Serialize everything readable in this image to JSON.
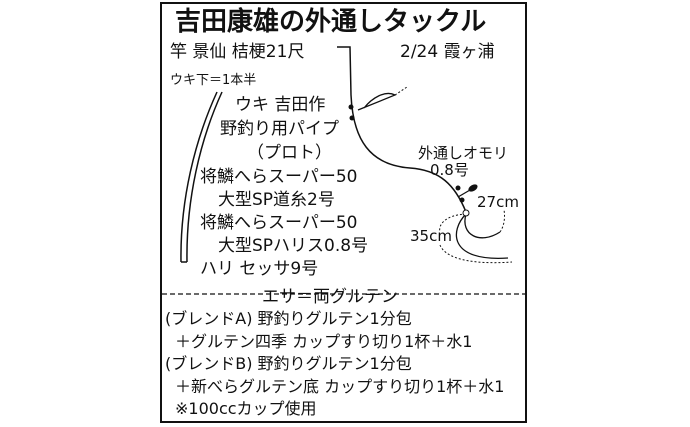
{
  "title": "吉田康雄の外通しタックル",
  "rod": "竿 景仙 桔梗21尺",
  "date_place": "2/24 霞ヶ浦",
  "depth": "ウキ下＝1本半",
  "float1": "ウキ 吉田作",
  "float2": "野釣り用パイプ",
  "float3": "（プロト）",
  "main_line1": "将鱗へらスーパー50",
  "main_line2": "大型SP道糸2号",
  "harris1": "将鱗へらスーパー50",
  "harris2": "大型SPハリス0.8号",
  "hook": "ハリ セッサ9号",
  "sinker1": "外通しオモリ",
  "sinker2": "0.8号",
  "len_short": "27cm",
  "len_long": "35cm",
  "bait": {
    "title": "エサ＝両グルテン",
    "lines": [
      "(ブレンドA) 野釣りグルテン1分包",
      "＋グルテン四季 カップすり切り1杯＋水1",
      "(ブレンドB) 野釣りグルテン1分包",
      "＋新べらグルテン底 カップすり切り1杯＋水1",
      "※100ccカップ使用"
    ]
  }
}
